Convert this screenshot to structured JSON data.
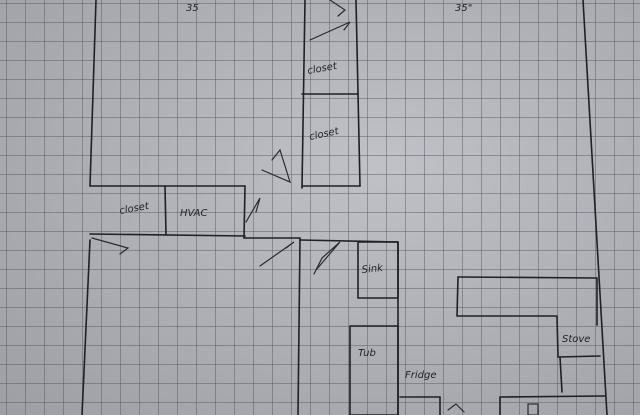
{
  "labels": {
    "dim_left": "35",
    "dim_right": "35\"",
    "closet_top": "closet",
    "closet_mid": "closet",
    "closet_left": "closet",
    "hvac": "HVAC",
    "sink": "Sink",
    "tub": "Tub",
    "fridge": "Fridge",
    "stove": "Stove"
  }
}
